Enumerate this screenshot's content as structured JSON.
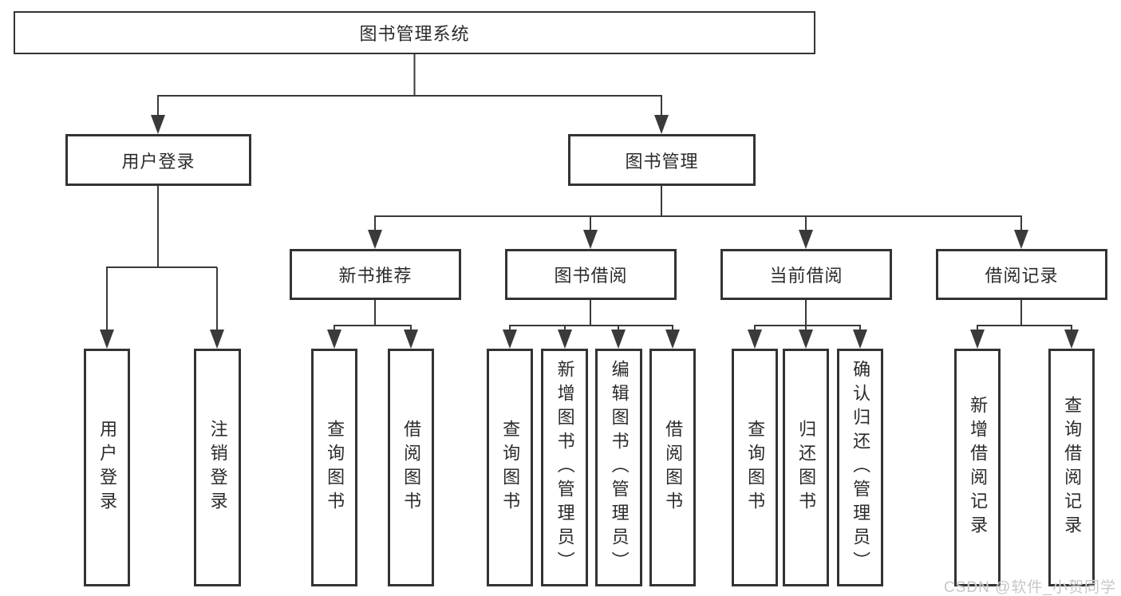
{
  "diagram_title": "图书管理系统",
  "watermark": "CSDN @软件_小贺同学",
  "colors": {
    "line": "#3a3a3a",
    "box_border": "#333333",
    "box_fill": "#ffffff",
    "text": "#2b2b2b",
    "watermark": "#c7c7c7"
  },
  "tree": {
    "label": "图书管理系统",
    "children": [
      {
        "label": "用户登录",
        "children": [
          {
            "label": "用户登录"
          },
          {
            "label": "注销登录"
          }
        ]
      },
      {
        "label": "图书管理",
        "children": [
          {
            "label": "新书推荐",
            "children": [
              {
                "label": "查询图书"
              },
              {
                "label": "借阅图书"
              }
            ]
          },
          {
            "label": "图书借阅",
            "children": [
              {
                "label": "查询图书"
              },
              {
                "label": "新增图书（管理员）"
              },
              {
                "label": "编辑图书（管理员）"
              },
              {
                "label": "借阅图书"
              }
            ]
          },
          {
            "label": "当前借阅",
            "children": [
              {
                "label": "查询图书"
              },
              {
                "label": "归还图书"
              },
              {
                "label": "确认归还（管理员）"
              }
            ]
          },
          {
            "label": "借阅记录",
            "children": [
              {
                "label": "新增借阅记录"
              },
              {
                "label": "查询借阅记录"
              }
            ]
          }
        ]
      }
    ]
  }
}
